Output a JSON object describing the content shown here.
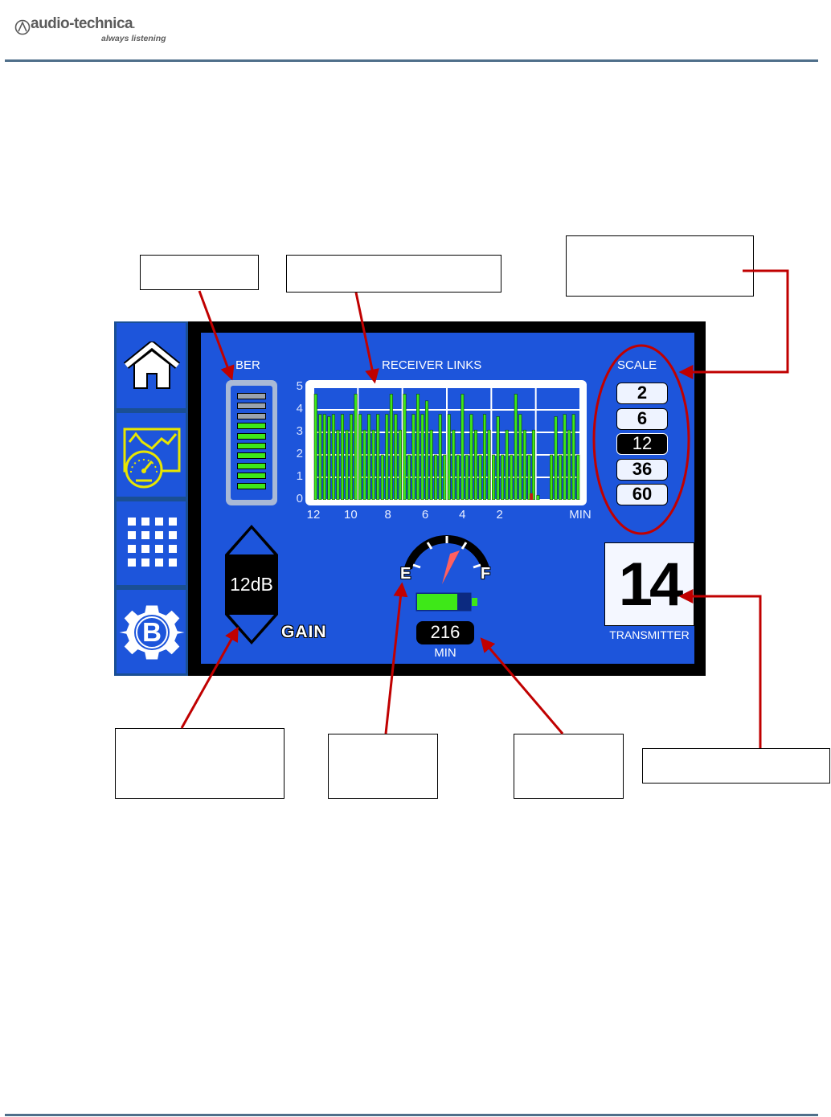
{
  "header": {
    "brand": "audio-technica",
    "brand_dot": ".",
    "tagline": "always listening"
  },
  "colors": {
    "screen_bg": "#1d55db",
    "bar_green": "#3ee818",
    "callout_arrow": "#c00000",
    "divider": "#4f6f8a"
  },
  "sidebar": {
    "items": [
      {
        "icon": "home-icon"
      },
      {
        "icon": "dashboard-gauge-icon"
      },
      {
        "icon": "grid-icon"
      },
      {
        "icon": "settings-gear-b-icon"
      }
    ]
  },
  "ber": {
    "label": "BER",
    "segments": [
      "off",
      "off",
      "off",
      "on",
      "on",
      "on",
      "on",
      "on",
      "on",
      "on"
    ]
  },
  "receiver_links": {
    "title": "RECEIVER LINKS",
    "xlabel": "MIN"
  },
  "chart_data": {
    "type": "bar",
    "title": "RECEIVER LINKS",
    "xlabel": "MIN",
    "ylabel": "",
    "ylim": [
      0,
      5
    ],
    "xlim": [
      12,
      0
    ],
    "x_ticks": [
      "12",
      "10",
      "8",
      "6",
      "4",
      "2",
      "MIN"
    ],
    "y_ticks": [
      "0",
      "1",
      "2",
      "3",
      "4",
      "5"
    ],
    "grid": true,
    "values": [
      4.7,
      3.8,
      3.8,
      3.7,
      3.8,
      3.1,
      3.8,
      3.1,
      3.8,
      4.7,
      3.8,
      3.1,
      3.8,
      3.1,
      3.8,
      2.0,
      3.8,
      4.7,
      3.8,
      3.1,
      4.7,
      2.0,
      3.8,
      4.7,
      3.8,
      4.4,
      3.1,
      2.0,
      3.8,
      2.0,
      3.8,
      3.1,
      2.0,
      4.7,
      2.0,
      3.8,
      3.1,
      2.0,
      3.8,
      3.1,
      2.0,
      3.7,
      2.0,
      3.1,
      2.0,
      4.7,
      3.8,
      3.1,
      2.0,
      3.1,
      0.2,
      0.0,
      0.0,
      2.0,
      3.7,
      2.0,
      3.8,
      3.1,
      3.8,
      2.0
    ],
    "marker_at_min": 2.2
  },
  "scale": {
    "label": "SCALE",
    "options": [
      "2",
      "6",
      "12",
      "36",
      "60"
    ],
    "selected": "12"
  },
  "gain": {
    "value": "12dB",
    "label": "GAIN"
  },
  "battery": {
    "empty_label": "E",
    "full_label": "F",
    "runtime": "216",
    "runtime_unit": "MIN",
    "level": 0.75
  },
  "transmitter": {
    "number": "14",
    "label": "TRANSMITTER"
  }
}
